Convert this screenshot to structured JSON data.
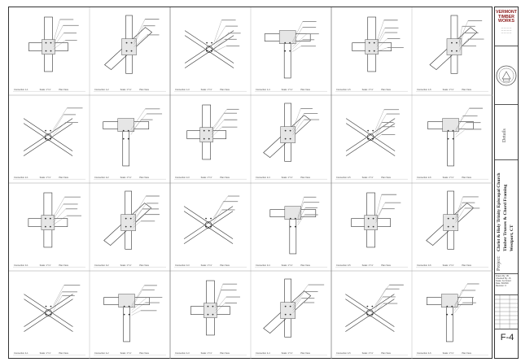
{
  "title_block": {
    "company_line1": "VERMONT",
    "company_line2": "TIMBER",
    "company_line3": "WORKS",
    "section_label": "Details",
    "project_label": "Project:",
    "project_name": "Christ & Holy Trinity Episcopal Church",
    "scope": "Timber Trusses & Chord Framing",
    "location": "Westport, CT",
    "info_lines": [
      "Drawn By: JB",
      "Checked By: JS",
      "Scale: As Noted",
      "Date: 8/18/09",
      "Revision: 0"
    ],
    "sheet_number": "F-4"
  },
  "detail_panels": {
    "rows": 4,
    "cols": 6,
    "captions": [
      [
        "Connection 1-1",
        "Connection 1-2",
        "Connection 1-3",
        "Connection 1-4",
        "Connection 1-5",
        "Connection 1-6"
      ],
      [
        "Connection 2-1",
        "Connection 2-2",
        "Connection 2-3",
        "Connection 2-4",
        "Connection 2-5",
        "Connection 2-6"
      ],
      [
        "Connection 3-1",
        "Connection 3-2",
        "Connection 3-3",
        "Connection 3-4",
        "Connection 3-5",
        "Connection 3-6"
      ],
      [
        "Connection 4-1",
        "Connection 4-2",
        "Connection 4-3",
        "Connection 4-4",
        "Connection 4-5",
        "Connection 4-6"
      ]
    ],
    "scale_note": "Scale: 1\"=1'",
    "view_note": "Plan View"
  }
}
